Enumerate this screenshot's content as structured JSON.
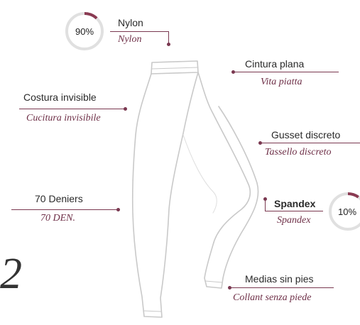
{
  "accent_color": "#7a3850",
  "nylon": {
    "percent": "90%",
    "fraction": 0.9,
    "label": "Nylon",
    "label_it": "Nylon"
  },
  "spandex": {
    "percent": "10%",
    "fraction": 0.1,
    "label": "Spandex",
    "label_it": "Spandex"
  },
  "features": {
    "waist": {
      "label": "Cintura plana",
      "label_it": "Vita piatta"
    },
    "seam": {
      "label": "Costura invisible",
      "label_it": "Cucitura invisibile"
    },
    "gusset": {
      "label": "Gusset discreto",
      "label_it": "Tassello discreto"
    },
    "denier": {
      "label": "70 Deniers",
      "label_it": "70 DEN."
    },
    "footless": {
      "label": "Medias sin pies",
      "label_it": "Collant senza piede"
    }
  },
  "page_number": "2"
}
